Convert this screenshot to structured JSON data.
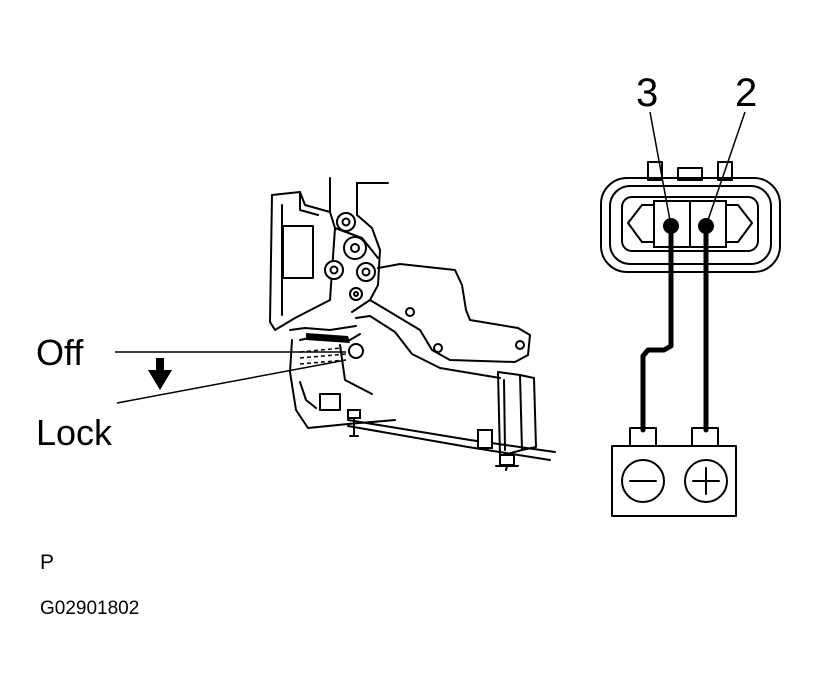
{
  "labels": {
    "off": "Off",
    "lock": "Lock",
    "pin_3": "3",
    "pin_2": "2",
    "neg_sign": "−",
    "pos_sign": "+",
    "position": "P",
    "figure_code": "G02901802"
  },
  "icons": {
    "arrow": "down-arrow-icon",
    "battery": "battery-icon"
  }
}
